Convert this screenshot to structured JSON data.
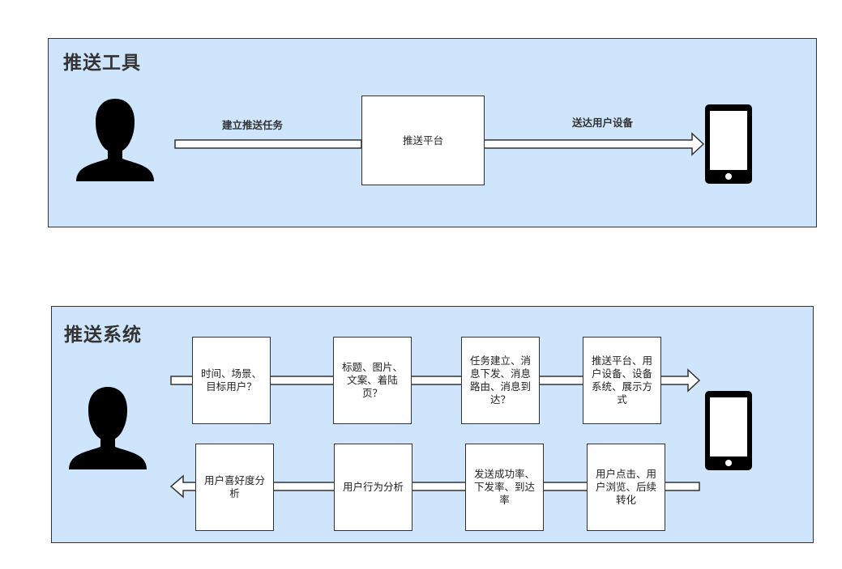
{
  "top_panel": {
    "title": "推送工具",
    "platform_box": "推送平台",
    "arrow1_label": "建立推送任务",
    "arrow2_label": "送达用户设备"
  },
  "bottom_panel": {
    "title": "推送系统",
    "row1": [
      "时间、场景、目标用户？",
      "标题、图片、文案、着陆页？",
      "任务建立、消息下发、消息路由、消息到达？",
      "推送平台、用户设备、设备系统、展示方式"
    ],
    "row2": [
      "用户喜好度分析",
      "用户行为分析",
      "发送成功率、下发率、到达率",
      "用户点击、用户浏览、后续转化"
    ]
  },
  "icons": [
    "user-silhouette-icon",
    "mobile-phone-icon"
  ]
}
